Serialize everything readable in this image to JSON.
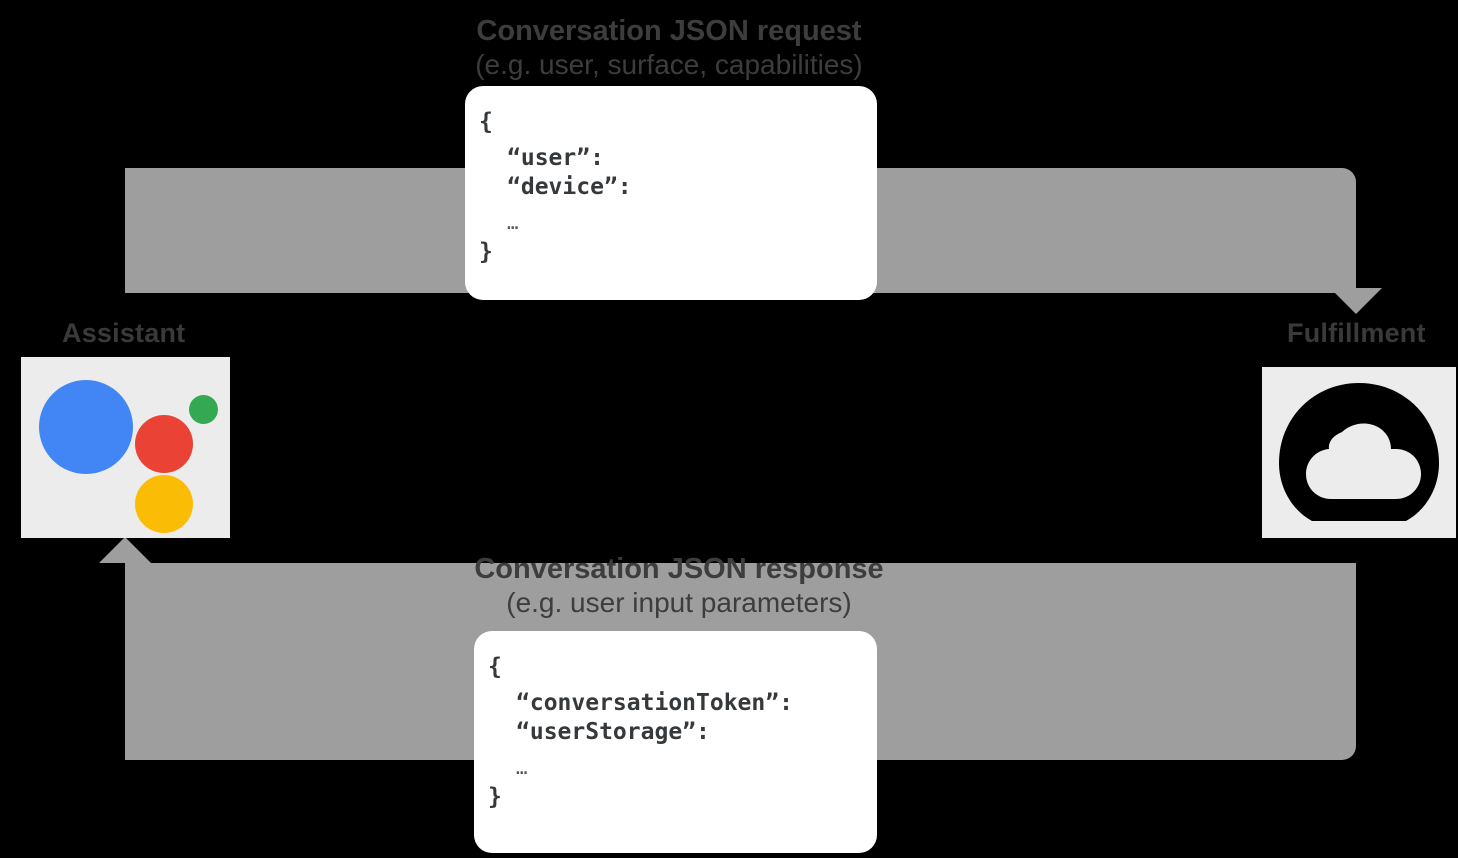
{
  "diagram": {
    "title": "Google Assistant conversation flow",
    "background_color": "#000000",
    "arrow_color": "#9e9e9e",
    "label_color": "#3d3d3d"
  },
  "endpoints": {
    "assistant": {
      "label": "Assistant",
      "icon": "google-assistant-icon",
      "tile_color": "#ececec",
      "dots": [
        {
          "name": "blue",
          "color": "#4285F4"
        },
        {
          "name": "red",
          "color": "#EA4335"
        },
        {
          "name": "yellow",
          "color": "#FBBC05"
        },
        {
          "name": "green",
          "color": "#34A853"
        }
      ]
    },
    "fulfillment": {
      "label": "Fulfillment",
      "icon": "cloud-icon",
      "tile_color": "#ececec",
      "icon_color": "#000000"
    }
  },
  "flows": [
    {
      "id": "request",
      "direction": "assistant-to-fulfillment",
      "caption_title": "Conversation JSON request",
      "caption_subtitle": "(e.g. user, surface, capabilities)",
      "payload": {
        "open_brace": "{",
        "lines": [
          "“user”:",
          "“device”:"
        ],
        "ellipsis": "…",
        "close_brace": "}"
      }
    },
    {
      "id": "response",
      "direction": "fulfillment-to-assistant",
      "caption_title": "Conversation JSON response",
      "caption_subtitle": "(e.g. user input parameters)",
      "payload": {
        "open_brace": "{",
        "lines": [
          "“conversationToken”:",
          "“userStorage”:"
        ],
        "ellipsis": "…",
        "close_brace": "}"
      }
    }
  ]
}
